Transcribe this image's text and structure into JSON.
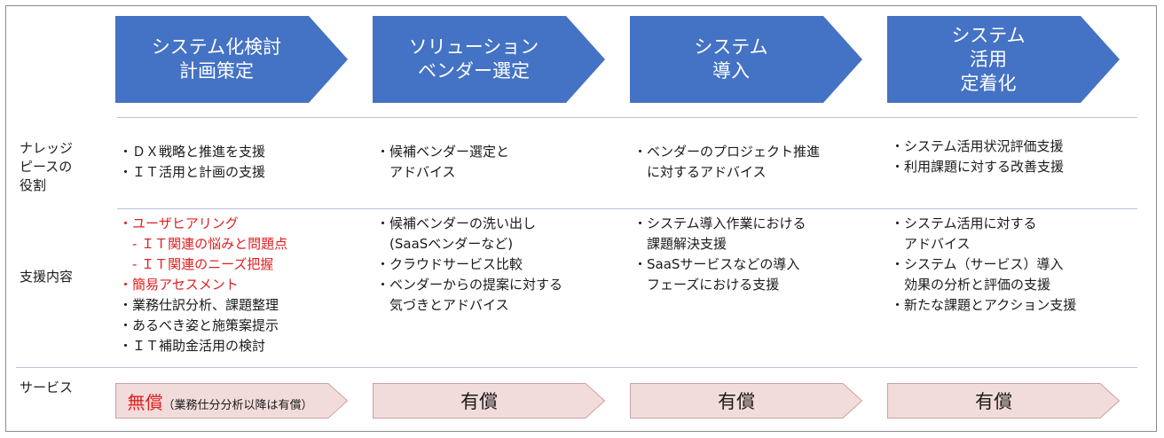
{
  "stages": [
    {
      "lines": [
        "システム化検討",
        "計画策定"
      ]
    },
    {
      "lines": [
        "ソリューション",
        "ベンダー選定"
      ]
    },
    {
      "lines": [
        "システム",
        "導入"
      ]
    },
    {
      "lines": [
        "システム",
        "活用",
        "定着化"
      ]
    }
  ],
  "rows": {
    "knowledge": {
      "label": [
        "ナレッジ",
        "ピースの",
        "役割"
      ],
      "cells": [
        [
          "・ＤＸ戦略と推進を支援",
          "・ＩＴ活用と計画の支援"
        ],
        [
          "・候補ベンダー選定と",
          "　アドバイス"
        ],
        [
          "・ベンダーのプロジェクト推進",
          "　に対するアドバイス"
        ],
        [
          "・システム活用状況評価支援",
          "・利用課題に対する改善支援"
        ]
      ]
    },
    "support": {
      "label": [
        "支援内容"
      ],
      "col1_red": [
        "・ユーザヒアリング",
        "　- ＩＴ関連の悩みと問題点",
        "　- ＩＴ関連のニーズ把握",
        "・簡易アセスメント"
      ],
      "col1_black": [
        "・業務仕訳分析、課題整理",
        "・あるべき姿と施策案提示",
        "・ＩＴ補助金活用の検討"
      ],
      "cells": [
        [
          "・候補ベンダーの洗い出し",
          "　(SaaSベンダーなど)",
          "・クラウドサービス比較",
          "・ベンダーからの提案に対する",
          "　気づきとアドバイス"
        ],
        [
          "・システム導入作業における",
          "　課題解決支援",
          "・SaaSサービスなどの導入",
          "　フェーズにおける支援"
        ],
        [
          "・システム活用に対する",
          "　アドバイス",
          "・システム（サービス）導入",
          "　効果の分析と評価の支援",
          "・新たな課題とアクション支援"
        ]
      ]
    },
    "service": {
      "label": "サービス",
      "first_main": "無償",
      "first_note": "（業務仕分分析以降は有償）",
      "paid": [
        "有償",
        "有償",
        "有償"
      ]
    }
  },
  "colors": {
    "stage_fill": "#4472c4",
    "service_fill": "#f2dcdb",
    "service_border": "#c9a2a2",
    "separator": "#b9c6e0",
    "highlight_text": "#e02020"
  }
}
